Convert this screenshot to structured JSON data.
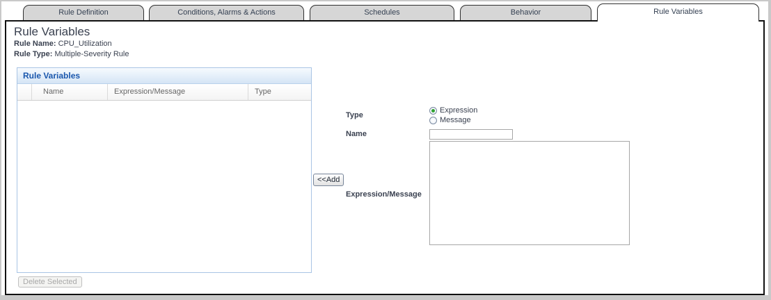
{
  "tabs": [
    {
      "label": "Rule Definition",
      "active": false
    },
    {
      "label": "Conditions, Alarms & Actions",
      "active": false
    },
    {
      "label": "Schedules",
      "active": false
    },
    {
      "label": "Behavior",
      "active": false
    },
    {
      "label": "Rule Variables",
      "active": true
    }
  ],
  "page": {
    "title": "Rule Variables",
    "rule_name_label": "Rule Name:",
    "rule_name_value": "CPU_Utilization",
    "rule_type_label": "Rule Type:",
    "rule_type_value": "Multiple-Severity Rule"
  },
  "variables_panel": {
    "title": "Rule Variables",
    "columns": [
      "Name",
      "Expression/Message",
      "Type"
    ],
    "rows": [],
    "delete_button_label": "Delete Selected"
  },
  "form": {
    "add_button_label": "<<Add",
    "type_label": "Type",
    "type_options": [
      {
        "label": "Expression",
        "selected": true
      },
      {
        "label": "Message",
        "selected": false
      }
    ],
    "name_label": "Name",
    "name_value": "",
    "expression_label": "Expression/Message",
    "expression_value": ""
  },
  "colors": {
    "panel_header_text": "#1a57ad",
    "panel_border": "#a9c4e4",
    "tab_text": "#333f51",
    "radio_selected_dot": "#2fa12f",
    "content_border": "#111111"
  }
}
